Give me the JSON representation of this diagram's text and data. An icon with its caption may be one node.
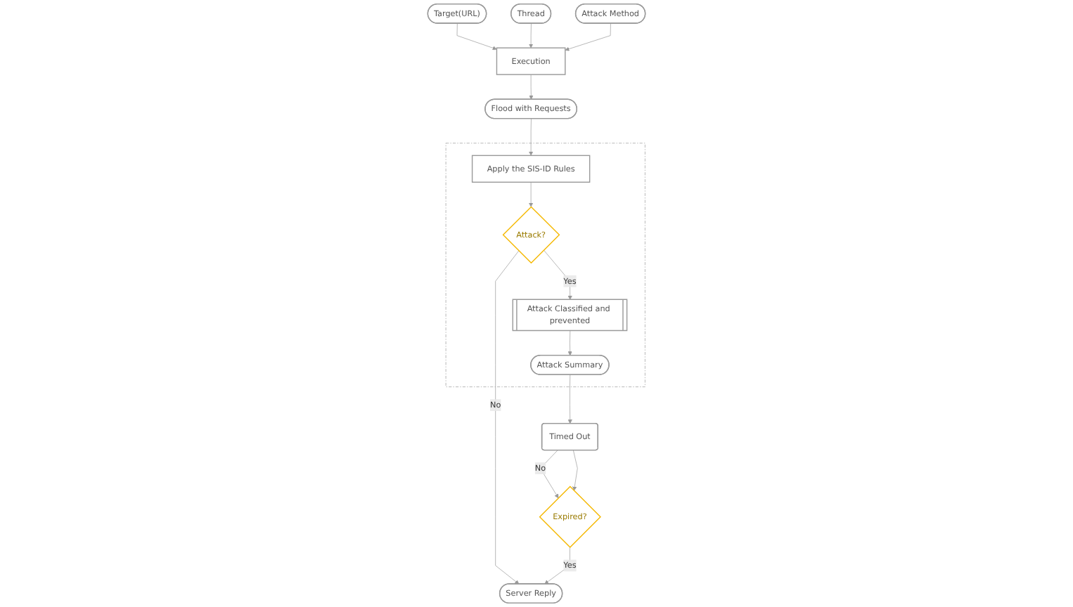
{
  "diagram": {
    "nodes": [
      {
        "text": [
          "Target(URL)"
        ]
      },
      {
        "text": [
          "Thread"
        ]
      },
      {
        "text": [
          "Attack Method"
        ]
      },
      {
        "text": [
          "Execution"
        ]
      },
      {
        "text": [
          "Flood with Requests"
        ]
      },
      {
        "text": [],
        "shape": "box"
      },
      {
        "text": [
          "Apply the SIS-ID Rules"
        ],
        "in": 5
      },
      {
        "text": [
          "Attack?"
        ],
        "in": 5
      },
      {
        "text": [
          "Attack Classified and prevented"
        ],
        "in": 5
      },
      {
        "text": [
          "Attack Summary"
        ],
        "in": 5
      },
      {
        "text": [
          "Timed Out"
        ]
      },
      {
        "text": [
          "Expired?"
        ]
      },
      {
        "text": [
          "Server Reply"
        ]
      }
    ],
    "edges": [
      {
        "from": 0,
        "to": 3,
        "arrow": "to"
      },
      {
        "from": 1,
        "to": 3,
        "arrow": "to"
      },
      {
        "from": 2,
        "to": 3,
        "arrow": "to"
      },
      {
        "from": 3,
        "to": 4,
        "arrow": "to"
      },
      {
        "from": 4,
        "to": 6,
        "arrow": "to"
      },
      {
        "from": 6,
        "to": 7,
        "arrow": "to"
      },
      {
        "from": 7,
        "to": 12,
        "arrow": "to",
        "label": "No"
      },
      {
        "from": 7,
        "to": 8,
        "arrow": "to",
        "label": "Yes"
      },
      {
        "from": 8,
        "to": 9,
        "arrow": "to"
      },
      {
        "from": 9,
        "to": 10,
        "arrow": "to"
      },
      {
        "from": 10,
        "to": 11,
        "arrow": "to",
        "label": "No"
      },
      {
        "from": 10,
        "to": 11,
        "arrow": "to"
      },
      {
        "from": 11,
        "to": 12,
        "arrow": "to",
        "label": "Yes"
      }
    ]
  }
}
